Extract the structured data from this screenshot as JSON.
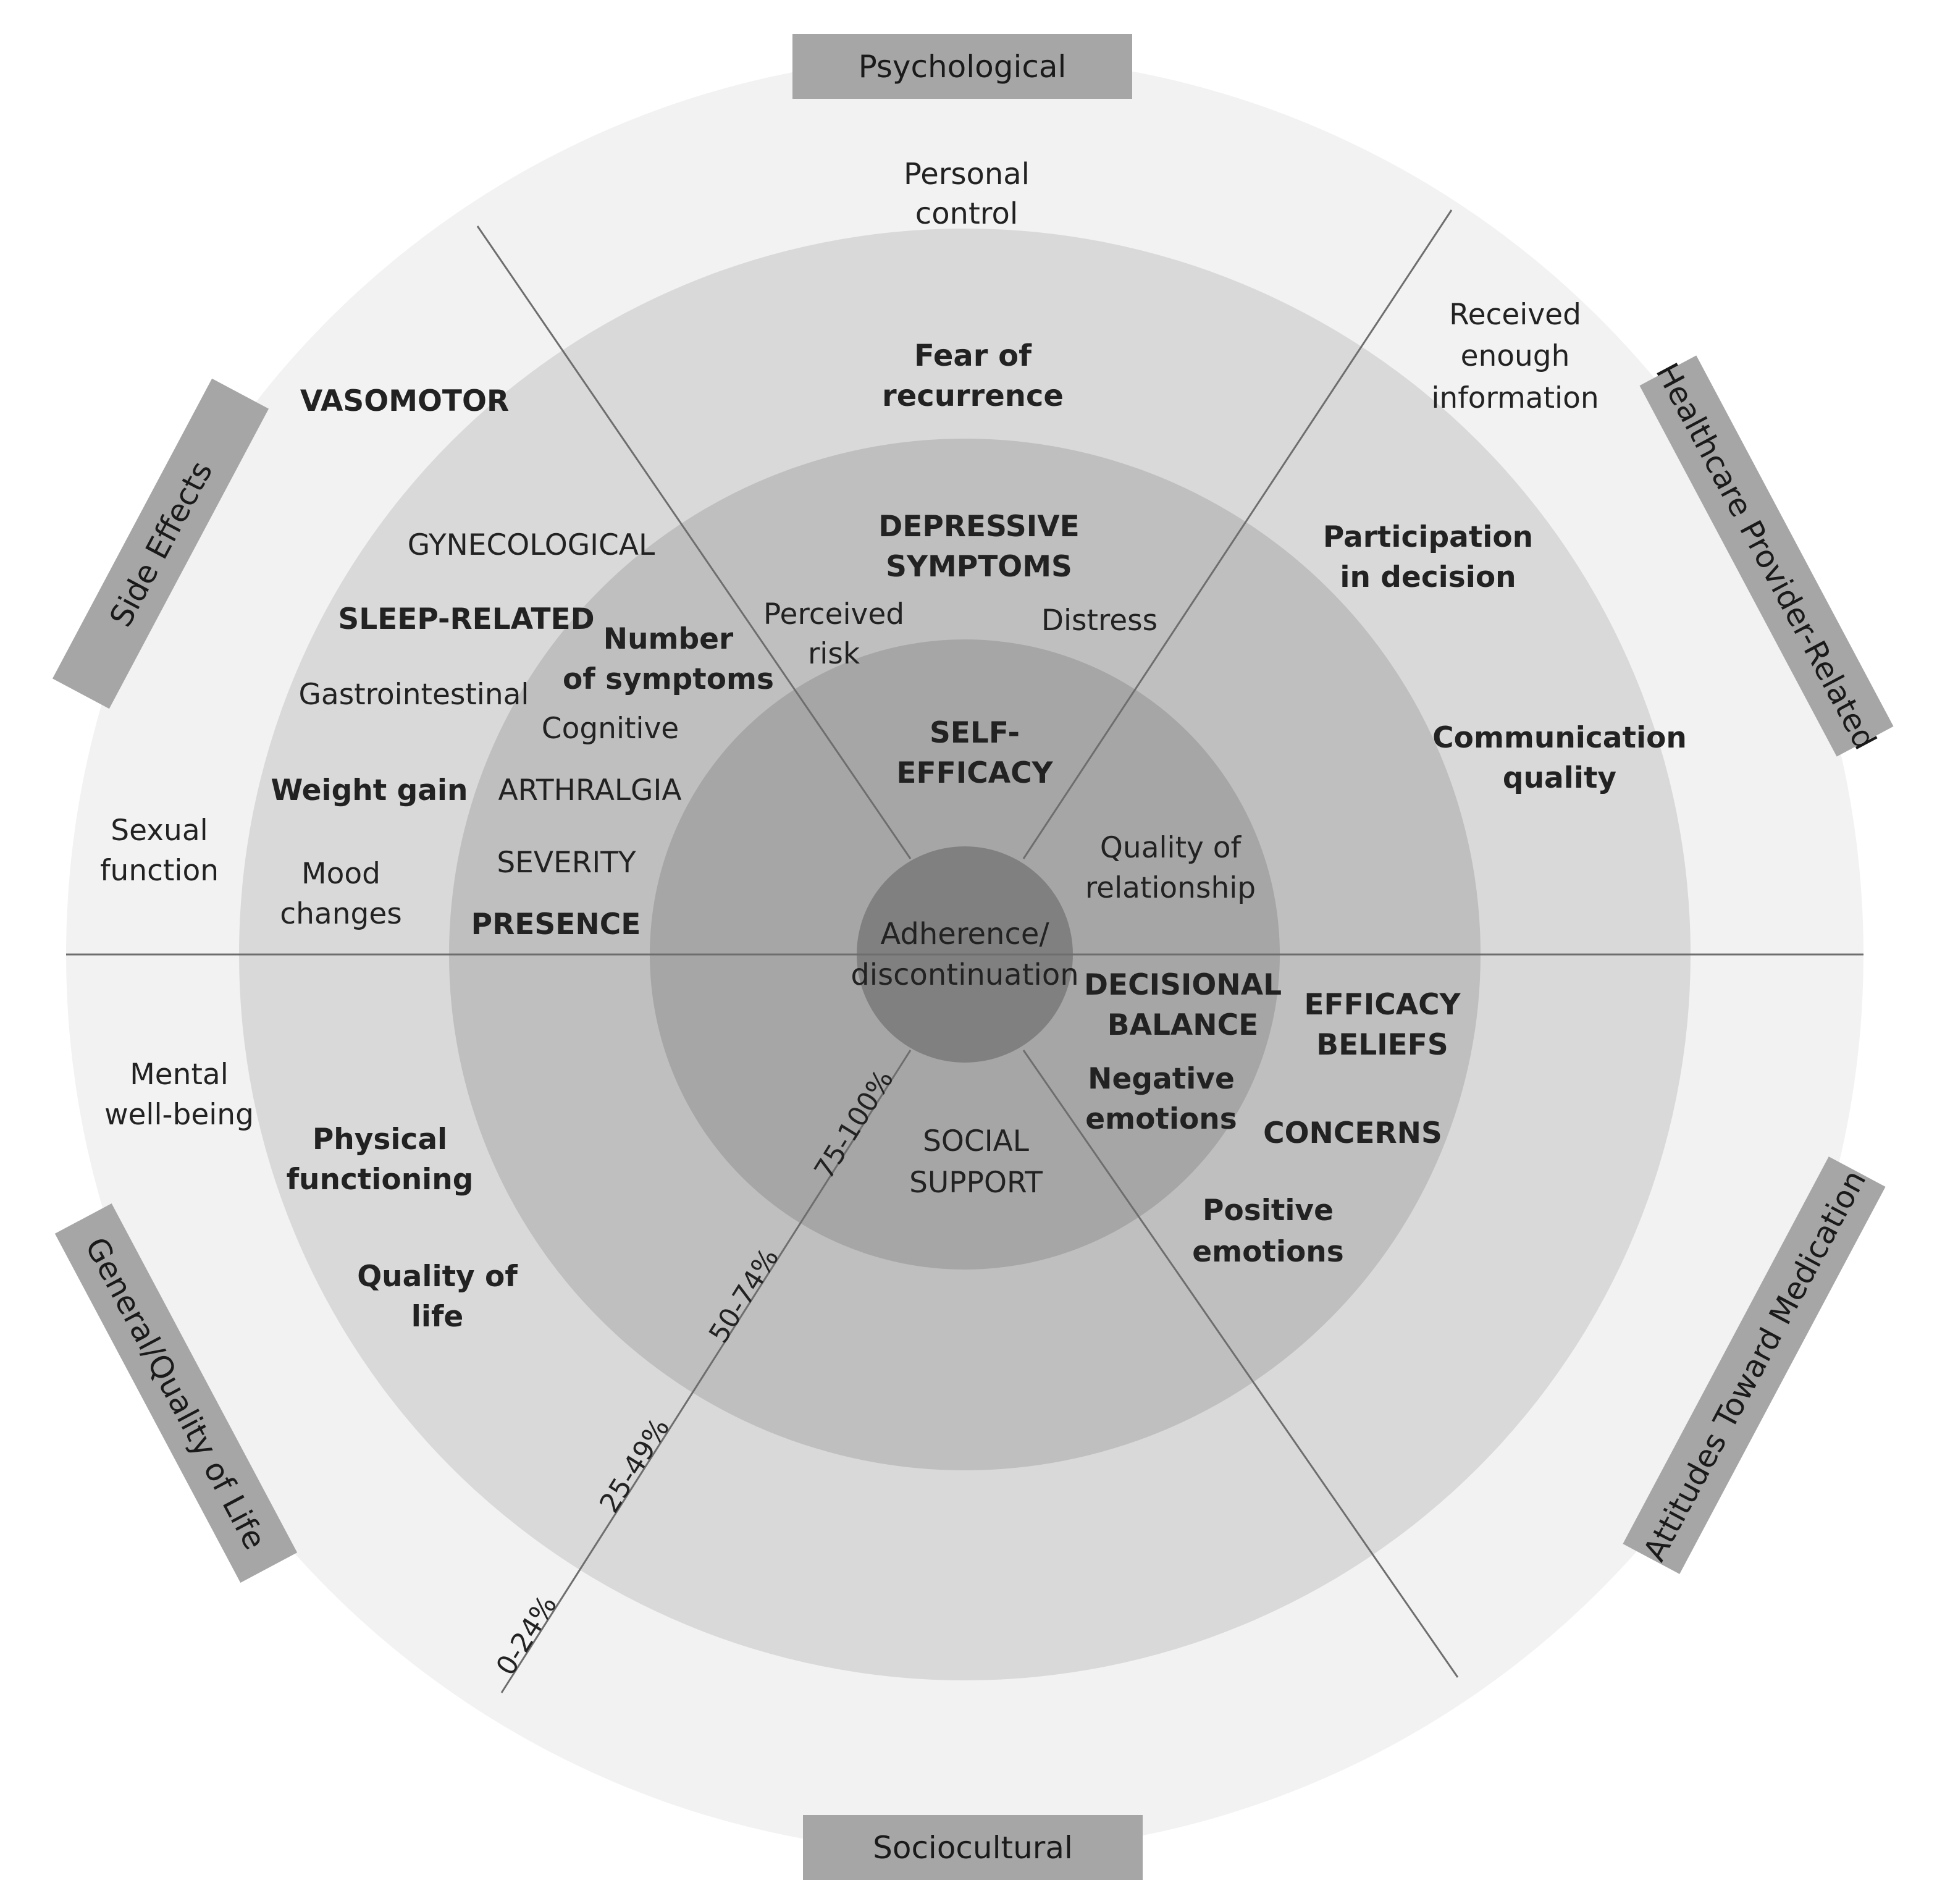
{
  "categories": {
    "psychological": "Psychological",
    "side_effects": "Side Effects",
    "healthcare": "Healthcare Provider-Related",
    "attitudes": "Attitudes Toward Medication",
    "general_qol": "General/Quality of Life",
    "sociocultural": "Sociocultural"
  },
  "center": {
    "line1": "Adherence/",
    "line2": "discontinuation"
  },
  "percent_labels": {
    "p75": "75-100%",
    "p50": "50-74%",
    "p25": "25-49%",
    "p0": "0-24%"
  },
  "psychological": {
    "personal_control": [
      "Personal",
      "control"
    ],
    "fear": [
      "Fear of",
      "recurrence"
    ],
    "depressive": [
      "DEPRESSIVE",
      "SYMPTOMS"
    ],
    "perceived_risk": [
      "Perceived",
      "risk"
    ],
    "distress": "Distress",
    "self_efficacy": [
      "SELF-",
      "EFFICACY"
    ]
  },
  "side_effects": {
    "vasomotor": "VASOMOTOR",
    "gynecological": "GYNECOLOGICAL",
    "sleep": "SLEEP-RELATED",
    "number_symptoms": [
      "Number",
      "of symptoms"
    ],
    "gastro": "Gastrointestinal",
    "cognitive": "Cognitive",
    "weight": "Weight gain",
    "arthralgia": "ARTHRALGIA",
    "sexual": [
      "Sexual",
      "function"
    ],
    "mood": [
      "Mood",
      "changes"
    ],
    "severity": "SEVERITY",
    "presence": "PRESENCE"
  },
  "healthcare": {
    "received_info": [
      "Received",
      "enough",
      "information"
    ],
    "participation": [
      "Participation",
      "in decision"
    ],
    "communication": [
      "Communication",
      "quality"
    ],
    "relationship": [
      "Quality of",
      "relationship"
    ]
  },
  "attitudes": {
    "decisional": [
      "DECISIONAL",
      "BALANCE"
    ],
    "efficacy_beliefs": [
      "EFFICACY",
      "BELIEFS"
    ],
    "negative": [
      "Negative",
      "emotions"
    ],
    "concerns": "CONCERNS",
    "positive": [
      "Positive",
      "emotions"
    ]
  },
  "general_qol": {
    "mental": [
      "Mental",
      "well-being"
    ],
    "physical": [
      "Physical",
      "functioning"
    ],
    "qol": [
      "Quality of",
      "life"
    ]
  },
  "sociocultural": {
    "social_support": [
      "SOCIAL",
      "SUPPORT"
    ]
  },
  "colors": {
    "ring_outer": "#f2f2f2",
    "ring_2": "#d9d9d9",
    "ring_3": "#bfbfbf",
    "ring_4": "#a6a6a6",
    "center": "#808080",
    "category_box": "#a6a6a6",
    "divider": "#6e6e6e"
  }
}
